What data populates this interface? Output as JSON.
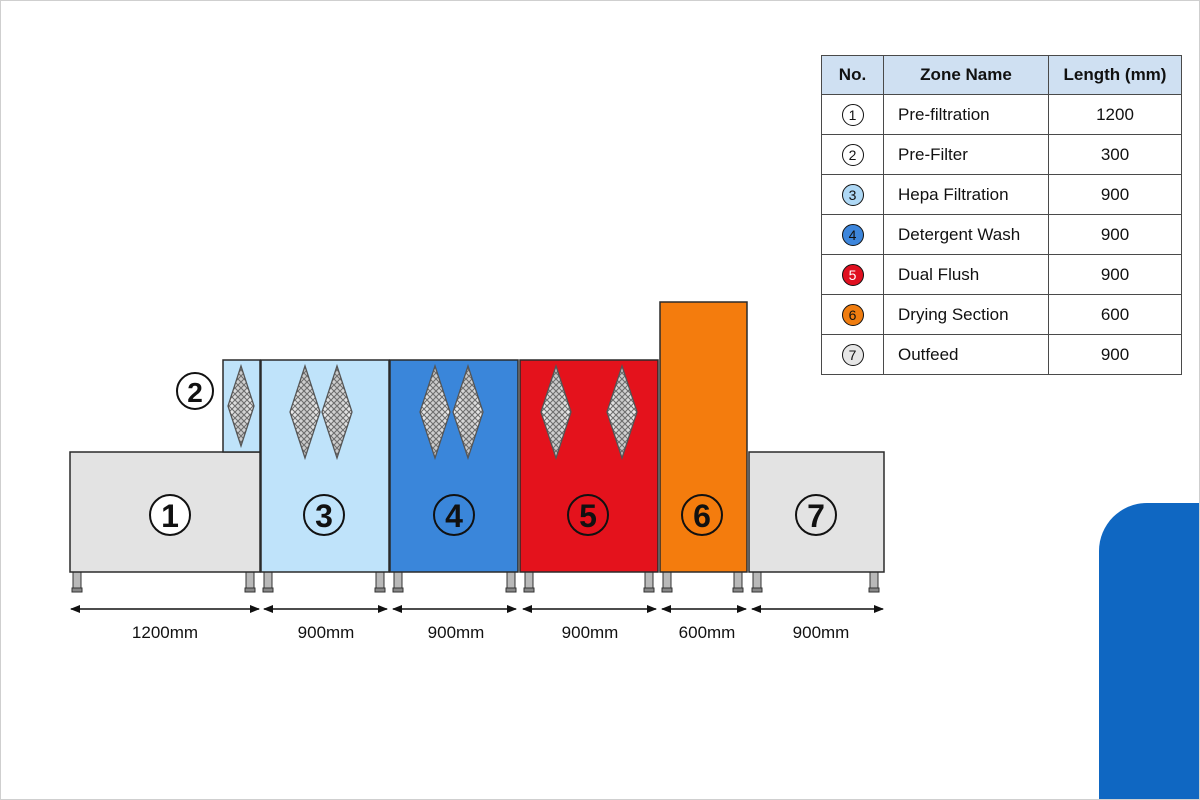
{
  "table": {
    "headers": {
      "no": "No.",
      "name": "Zone Name",
      "length": "Length (mm)"
    },
    "rows": [
      {
        "no": "1",
        "name": "Pre-filtration",
        "length": "1200",
        "chip": "#ffffff",
        "chip_text": "#111111"
      },
      {
        "no": "2",
        "name": "Pre-Filter",
        "length": "300",
        "chip": "#ffffff",
        "chip_text": "#111111"
      },
      {
        "no": "3",
        "name": "Hepa Filtration",
        "length": "900",
        "chip": "#aed8f5",
        "chip_text": "#111111"
      },
      {
        "no": "4",
        "name": "Detergent Wash",
        "length": "900",
        "chip": "#3d86dc",
        "chip_text": "#111111"
      },
      {
        "no": "5",
        "name": "Dual Flush",
        "length": "900",
        "chip": "#e01020",
        "chip_text": "#ffffff"
      },
      {
        "no": "6",
        "name": "Drying Section",
        "length": "600",
        "chip": "#f07d10",
        "chip_text": "#111111"
      },
      {
        "no": "7",
        "name": "Outfeed",
        "length": "900",
        "chip": "#e6e6e6",
        "chip_text": "#111111"
      }
    ]
  },
  "zones": [
    {
      "no": "1",
      "color": "#e3e3e3",
      "filters": 0
    },
    {
      "no": "2",
      "color": "#bfe3fa",
      "filters": 1
    },
    {
      "no": "3",
      "color": "#bfe3fa",
      "filters": 2
    },
    {
      "no": "4",
      "color": "#3a86da",
      "filters": 2
    },
    {
      "no": "5",
      "color": "#e4121c",
      "filters": 2
    },
    {
      "no": "6",
      "color": "#f47c0d",
      "filters": 0
    },
    {
      "no": "7",
      "color": "#e3e3e3",
      "filters": 0
    }
  ],
  "dimensions": [
    "1200mm",
    "900mm",
    "900mm",
    "900mm",
    "600mm",
    "900mm"
  ],
  "colors": {
    "accent_tab": "#0f67c2",
    "header_bg": "#cfe0f2",
    "outline": "#2b2b2b"
  }
}
